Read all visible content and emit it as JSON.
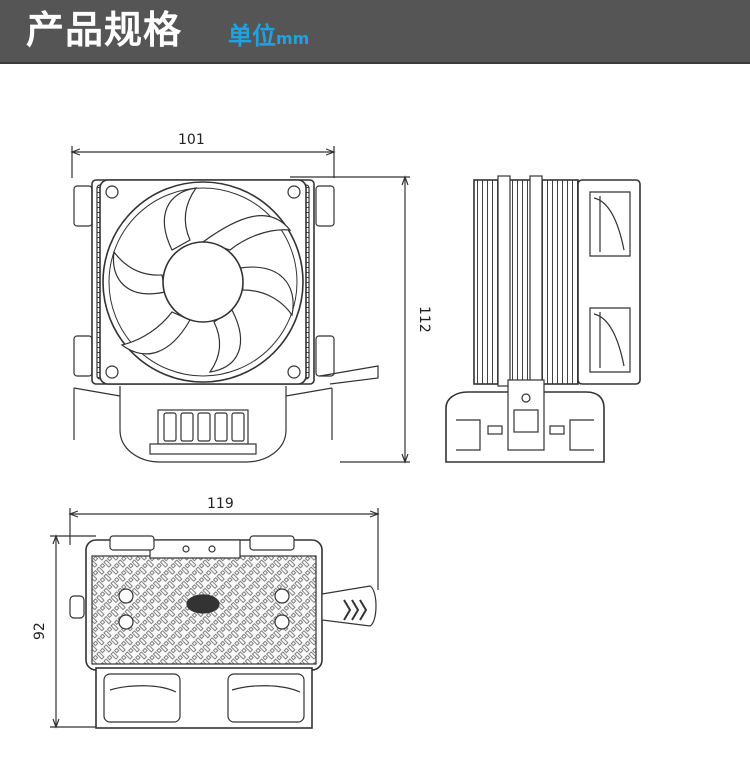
{
  "header": {
    "title": "产品规格",
    "unit_label": "单位",
    "unit_suffix": "mm"
  },
  "colors": {
    "header_bg": "#555555",
    "unit_accent": "#1fa3e0",
    "line": "#333333"
  },
  "dimensions": {
    "front_width": "101",
    "front_height": "112",
    "top_width": "119",
    "top_depth": "92"
  }
}
